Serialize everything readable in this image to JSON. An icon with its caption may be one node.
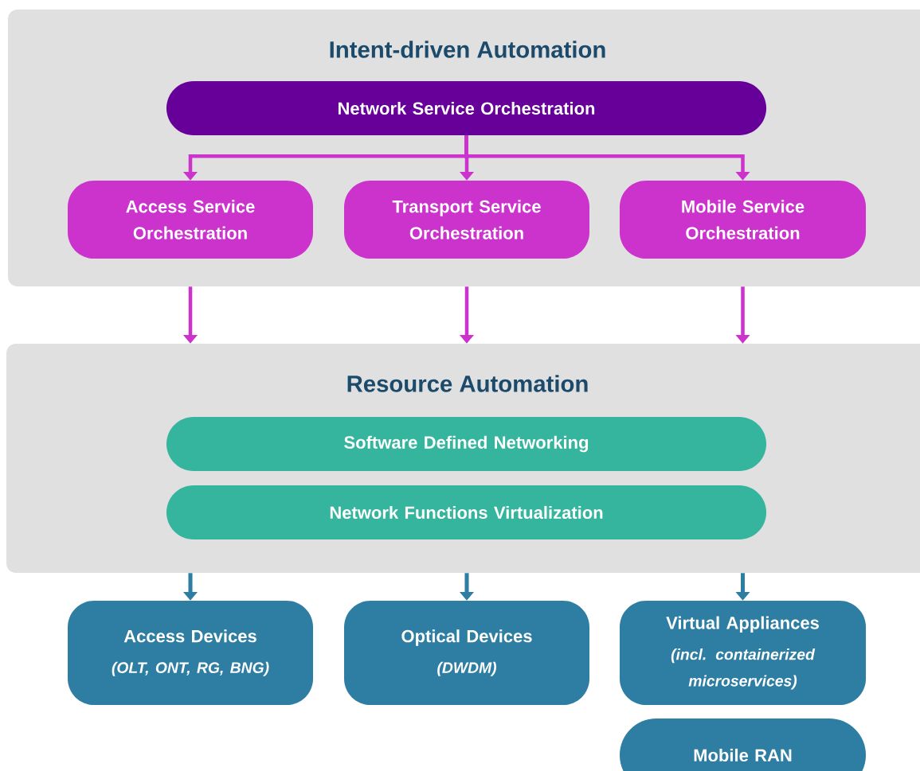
{
  "diagram": {
    "nodes": [
      {
        "text": [
          "Intent-driven Automation"
        ]
      },
      {
        "text": [
          "Network Service Orchestration"
        ],
        "in": 0
      },
      {
        "text": [
          "Access Service Orchestration"
        ],
        "in": 0
      },
      {
        "text": [
          "Transport Service Orchestration"
        ],
        "in": 0
      },
      {
        "text": [
          "Mobile Service Orchestration"
        ],
        "in": 0
      },
      {
        "text": [
          "Resource Automation"
        ]
      },
      {
        "text": [
          "Software Defined Networking"
        ],
        "in": 5
      },
      {
        "text": [
          "Network Functions Virtualization"
        ],
        "in": 5
      },
      {
        "text": [
          "Access Devices",
          "(OLT, ONT, RG, BNG)"
        ]
      },
      {
        "text": [
          "Optical Devices",
          "(DWDM)"
        ]
      },
      {
        "text": [
          "Virtual Appliances",
          "(incl. containerized microservices)"
        ]
      },
      {
        "text": [
          "Mobile RAN"
        ]
      }
    ],
    "edges": [
      {
        "from": 1,
        "to": 2,
        "arrow": "to"
      },
      {
        "from": 1,
        "to": 3,
        "arrow": "to"
      },
      {
        "from": 1,
        "to": 4,
        "arrow": "to"
      },
      {
        "from": 2,
        "to": 5,
        "arrow": "to"
      },
      {
        "from": 3,
        "to": 5,
        "arrow": "to"
      },
      {
        "from": 4,
        "to": 5,
        "arrow": "to"
      },
      {
        "from": 5,
        "to": 8,
        "arrow": "to",
        "color": "#2e7ea3"
      },
      {
        "from": 5,
        "to": 9,
        "arrow": "to",
        "color": "#2e7ea3"
      },
      {
        "from": 5,
        "to": 10,
        "arrow": "to",
        "color": "#2e7ea3"
      }
    ]
  }
}
